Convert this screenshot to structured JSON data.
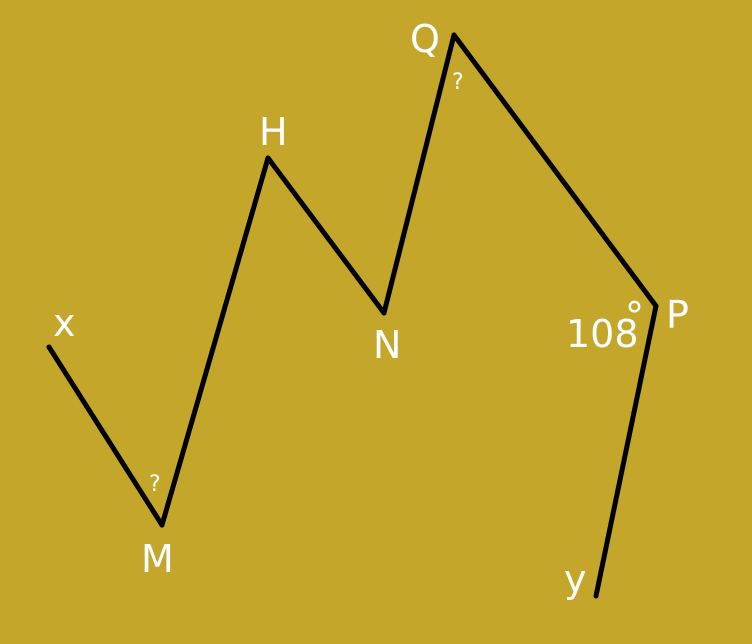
{
  "colors": {
    "background": "#c4a72a",
    "line": "#000000",
    "label": "#ffffff"
  },
  "points": {
    "x": "x",
    "M": "M",
    "H": "H",
    "N": "N",
    "Q": "Q",
    "P": "P",
    "y": "y"
  },
  "angles": {
    "at_M": "?",
    "at_Q": "?",
    "at_P": "108",
    "degree_symbol": "°"
  }
}
